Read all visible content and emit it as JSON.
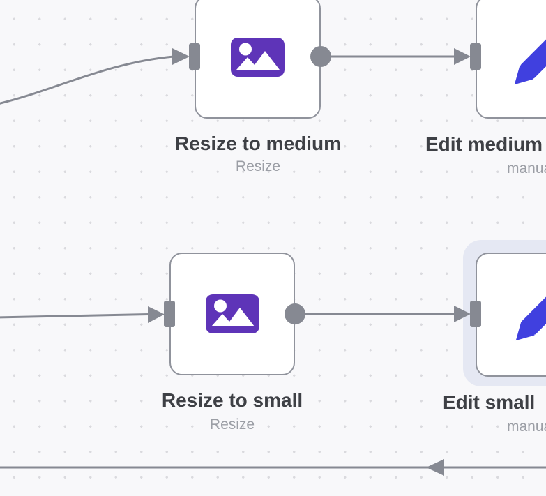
{
  "app": {
    "name": "workflow-editor-canvas"
  },
  "colors": {
    "canvas_background": "#f8f8fa",
    "grid_dot": "#dadade",
    "connection_gray": "#868992",
    "node_border": "#90939c",
    "selection_halo": "#e5e8f3",
    "image_icon": "#5e34b8",
    "pencil_icon": "#4040df",
    "title_text": "#3e4045",
    "subtitle_text": "#9b9ea5"
  },
  "nodes": [
    {
      "title": "Resize to medium",
      "subtitle": "Resize",
      "icon": "image-icon",
      "selected": false
    },
    {
      "title": "Edit medium",
      "subtitle": "manual",
      "icon": "pencil-icon",
      "selected": false
    },
    {
      "title": "Resize to small",
      "subtitle": "Resize",
      "icon": "image-icon",
      "selected": false
    },
    {
      "title": "Edit small",
      "subtitle": "manual",
      "icon": "pencil-icon",
      "selected": true
    }
  ],
  "connections": [
    {
      "from": "offscreen-left",
      "to": "Resize to medium"
    },
    {
      "from": "Resize to medium",
      "to": "Edit medium"
    },
    {
      "from": "offscreen-left",
      "to": "Resize to small"
    },
    {
      "from": "Resize to small",
      "to": "Edit small"
    },
    {
      "from": "offscreen-right",
      "to": "offscreen-left"
    }
  ]
}
